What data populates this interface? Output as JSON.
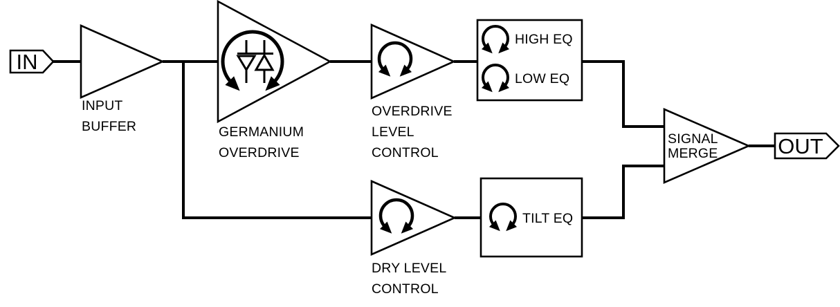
{
  "colors": {
    "ink": "#000000",
    "paper": "#ffffff"
  },
  "icons": {
    "knob": "circular-rotation-arrow",
    "clipping_diodes": "anti-parallel-diode-pair"
  },
  "nodes": {
    "in": {
      "label": "IN"
    },
    "input_buffer": {
      "label_line1": "INPUT",
      "label_line2": "BUFFER"
    },
    "germanium_overdrive": {
      "label_line1": "GERMANIUM",
      "label_line2": "OVERDRIVE"
    },
    "overdrive_level": {
      "label_line1": "OVERDRIVE",
      "label_line2": "LEVEL",
      "label_line3": "CONTROL"
    },
    "eq_box": {
      "high_label": "HIGH EQ",
      "low_label": "LOW EQ"
    },
    "dry_level": {
      "label_line1": "DRY LEVEL",
      "label_line2": "CONTROL"
    },
    "tilt_eq": {
      "label": "TILT EQ"
    },
    "signal_merge": {
      "label_line1": "SIGNAL",
      "label_line2": "MERGE"
    },
    "out": {
      "label": "OUT"
    }
  }
}
